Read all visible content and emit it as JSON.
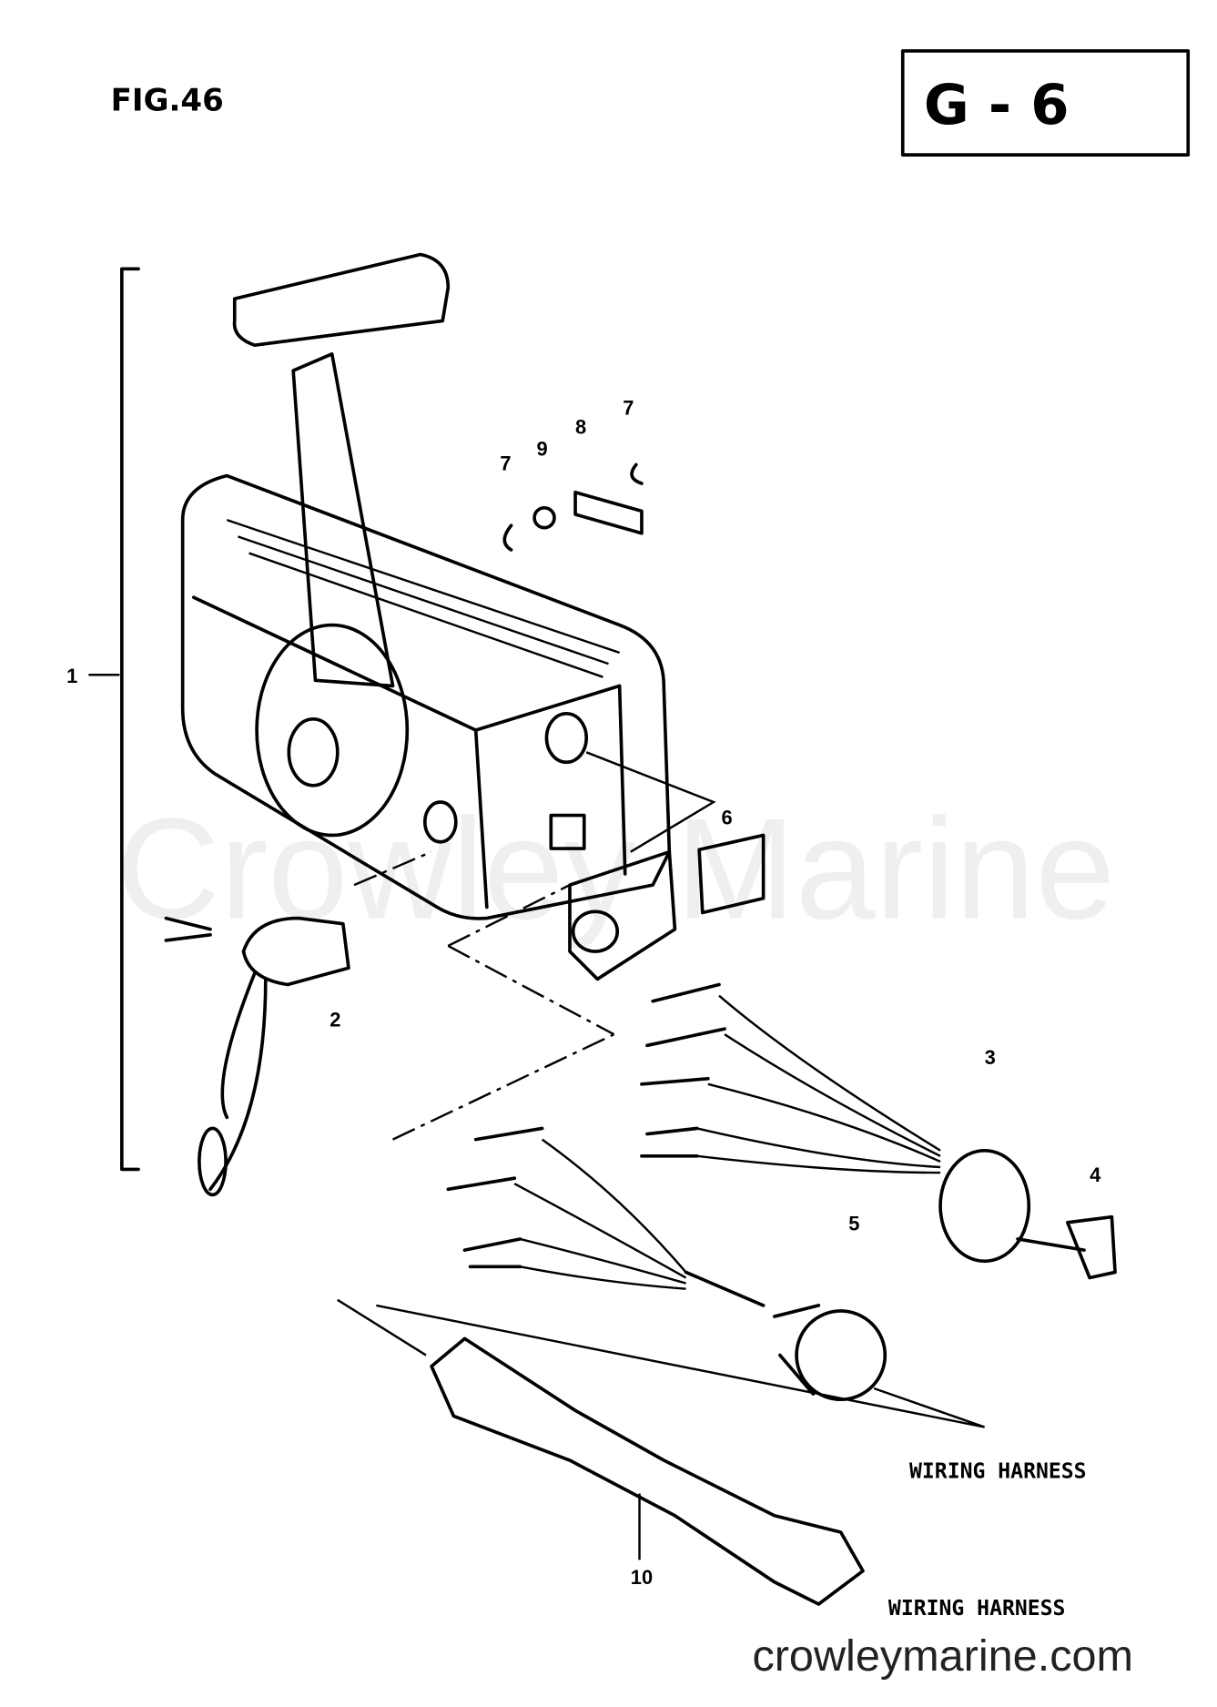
{
  "figure": "FIG.46",
  "section": "G - 6",
  "watermark": "Crowley Marine",
  "site": "crowleymarine.com",
  "callouts": [
    "1",
    "2",
    "3",
    "4",
    "5",
    "6",
    "7",
    "7",
    "8",
    "9",
    "10"
  ],
  "wiring_labels": [
    "WIRING HARNESS",
    "WIRING HARNESS"
  ]
}
